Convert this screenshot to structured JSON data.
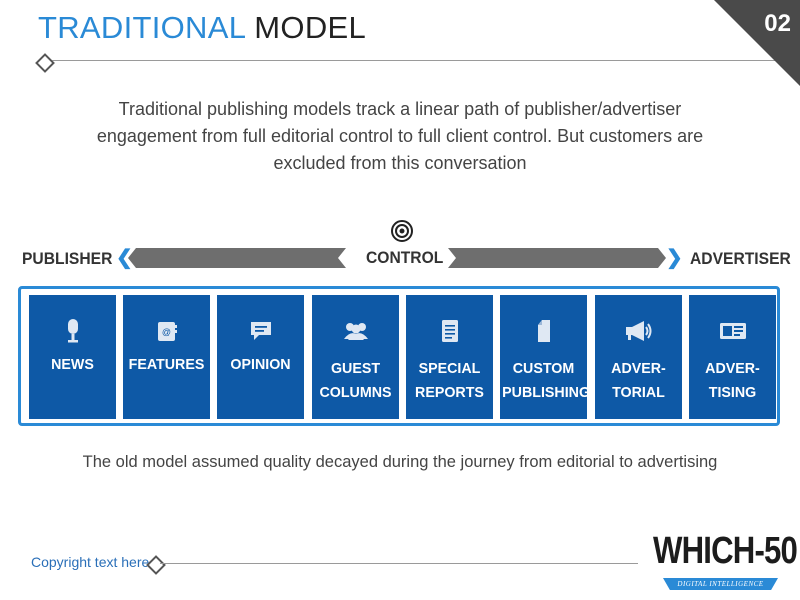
{
  "header": {
    "title_highlight": "TRADITIONAL",
    "title_rest": "MODEL",
    "slide_number": "02"
  },
  "intro_text": "Traditional publishing models track a linear path of publisher/advertiser engagement from full editorial control to full client control. But customers are excluded from this conversation",
  "spectrum": {
    "left_label": "PUBLISHER",
    "center_label": "CONTROL",
    "right_label": "ADVERTISER",
    "left_chevron": "❮",
    "right_chevron": "❯"
  },
  "categories": [
    {
      "label": "NEWS",
      "icon": "microphone-icon"
    },
    {
      "label": "FEATURES",
      "icon": "address-book-icon"
    },
    {
      "label": "OPINION",
      "icon": "speech-bubble-icon"
    },
    {
      "label": "GUEST\nCOLUMNS",
      "icon": "users-icon"
    },
    {
      "label": "SPECIAL\nREPORTS",
      "icon": "document-icon"
    },
    {
      "label": "CUSTOM\nPUBLISHING",
      "icon": "file-icon"
    },
    {
      "label": "ADVER-\nTORIAL",
      "icon": "megaphone-icon"
    },
    {
      "label": "ADVER-\nTISING",
      "icon": "billboard-icon"
    }
  ],
  "outro_text": "The old model assumed quality decayed during the journey from editorial to advertising",
  "footer": {
    "copyright": "Copyright text here",
    "logo_main": "WHICH-50",
    "logo_tagline": "DIGITAL INTELLIGENCE"
  },
  "colors": {
    "accent_blue": "#2a8ad6",
    "box_blue": "#0e59a6",
    "arrow_gray": "#6e6e6e"
  }
}
